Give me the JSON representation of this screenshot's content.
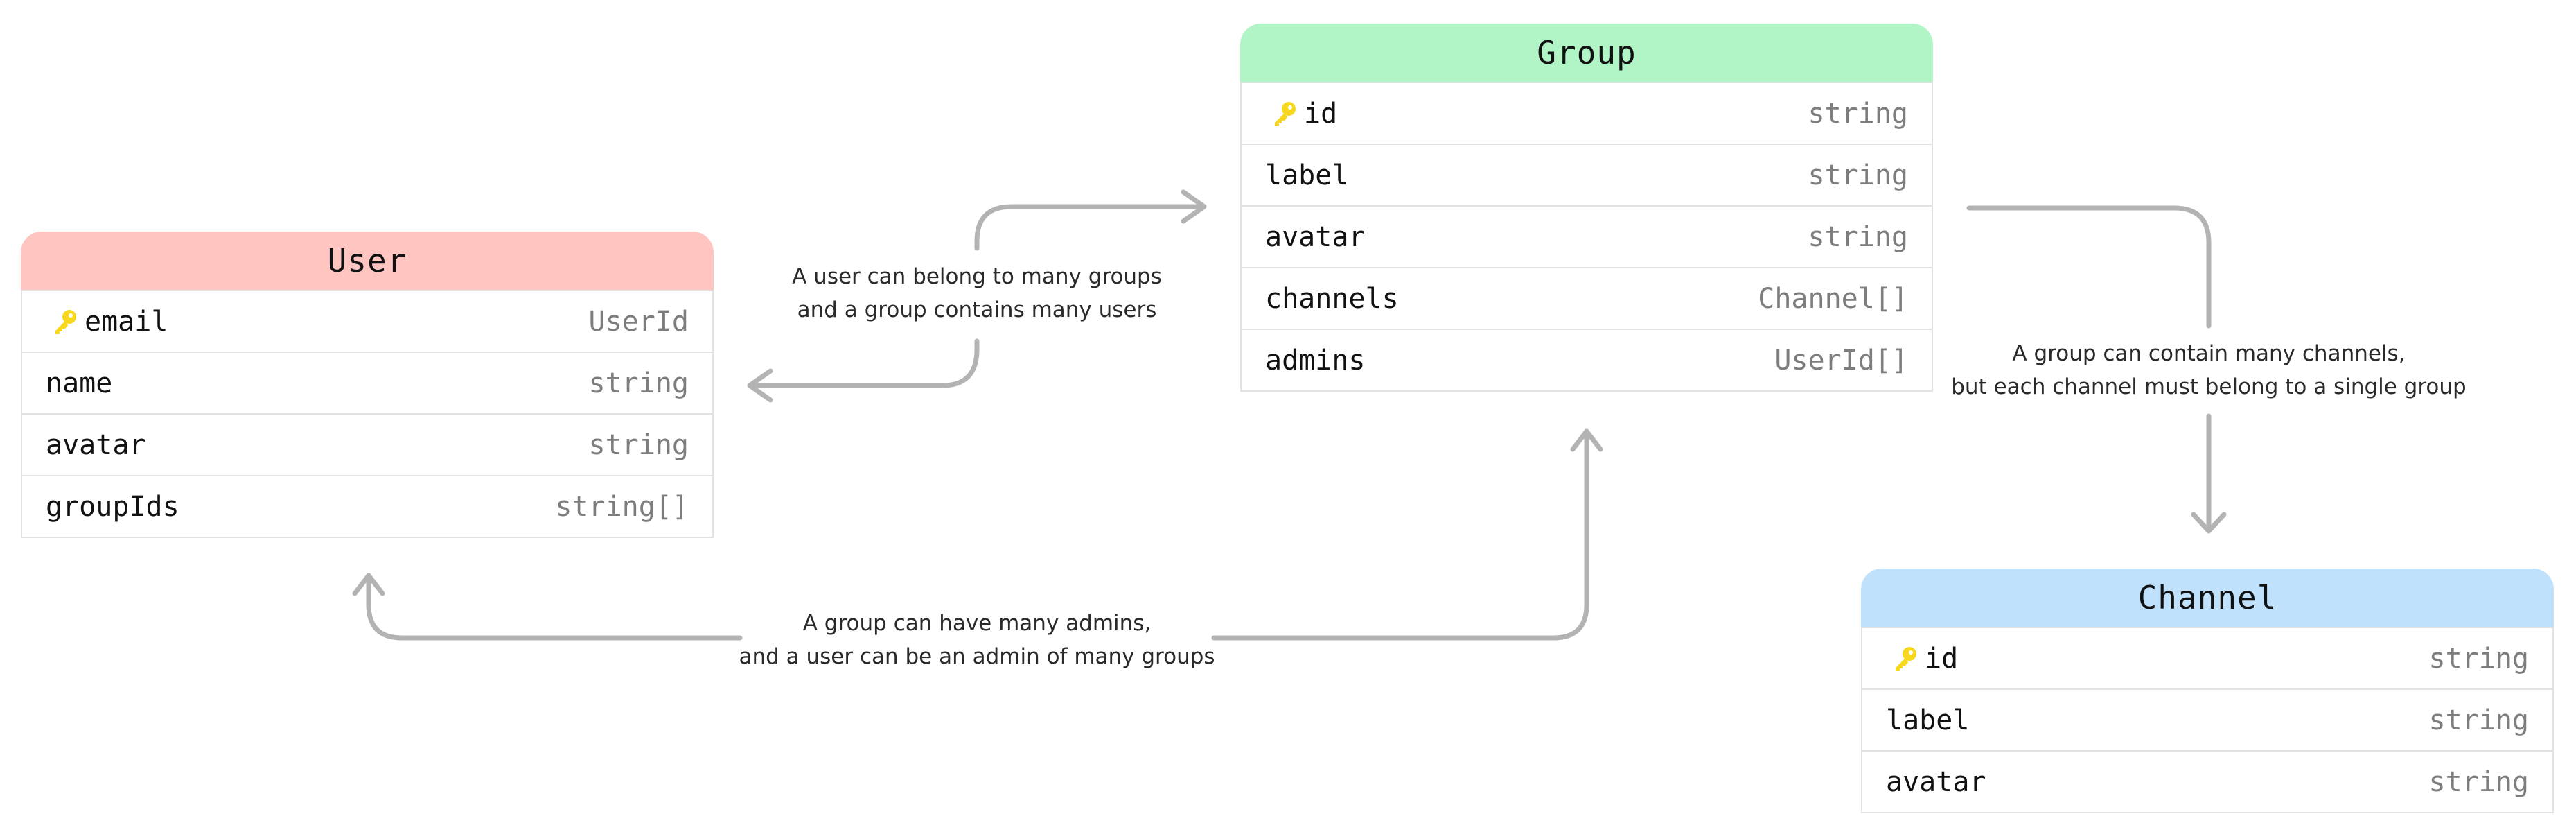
{
  "entities": {
    "user": {
      "title": "User",
      "color": "#ffc6c1",
      "fields": [
        {
          "name": "email",
          "type": "UserId",
          "key": true
        },
        {
          "name": "name",
          "type": "string",
          "key": false
        },
        {
          "name": "avatar",
          "type": "string",
          "key": false
        },
        {
          "name": "groupIds",
          "type": "string[]",
          "key": false
        }
      ]
    },
    "group": {
      "title": "Group",
      "color": "#b1f5c7",
      "fields": [
        {
          "name": "id",
          "type": "string",
          "key": true
        },
        {
          "name": "label",
          "type": "string",
          "key": false
        },
        {
          "name": "avatar",
          "type": "string",
          "key": false
        },
        {
          "name": "channels",
          "type": "Channel[]",
          "key": false
        },
        {
          "name": "admins",
          "type": "UserId[]",
          "key": false
        }
      ]
    },
    "channel": {
      "title": "Channel",
      "color": "#bfe1fb",
      "fields": [
        {
          "name": "id",
          "type": "string",
          "key": true
        },
        {
          "name": "label",
          "type": "string",
          "key": false
        },
        {
          "name": "avatar",
          "type": "string",
          "key": false
        }
      ]
    }
  },
  "relationships": {
    "user_group": {
      "line1": "A user can belong to many groups",
      "line2": "and a group contains many users"
    },
    "group_channel": {
      "line1": "A group can contain many channels,",
      "line2": "but each channel must belong to a single group"
    },
    "group_admin": {
      "line1": "A group can have many admins,",
      "line2": "and a user can be an admin of many groups"
    }
  },
  "icons": {
    "primary_key": "key-icon",
    "key_color": "#f7d81c",
    "connector_color": "#b3b3b3"
  }
}
